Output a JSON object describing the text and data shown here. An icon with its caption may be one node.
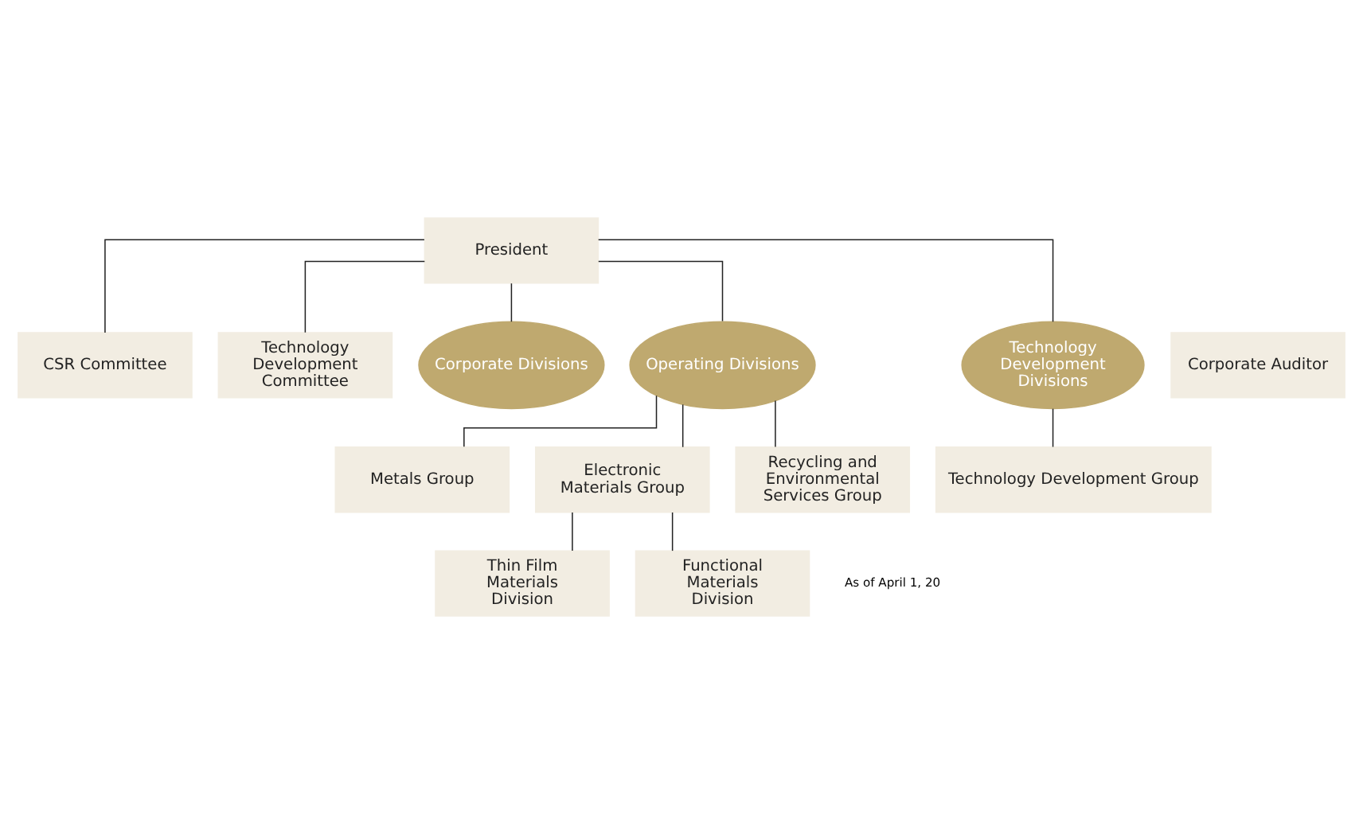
{
  "diagram": {
    "nodes": [
      {
        "text": [
          "President"
        ]
      },
      {
        "text": [
          "Corporate Auditor"
        ]
      },
      {
        "text": [
          "CSR Committee"
        ]
      },
      {
        "text": [
          "Technology Development Committee"
        ]
      },
      {
        "text": [
          "Corporate Divisions"
        ]
      },
      {
        "text": [
          "Operating Divisions"
        ]
      },
      {
        "text": [
          "Technology Development Divisions"
        ]
      },
      {
        "text": [
          "Metals Group"
        ]
      },
      {
        "text": [
          "Electronic Materials Group"
        ]
      },
      {
        "text": [
          "Recycling and Environmental Services Group"
        ]
      },
      {
        "text": [
          "Technology Development Group"
        ]
      },
      {
        "text": [
          "Thin Film Materials Division"
        ]
      },
      {
        "text": [
          "Functional Materials Division"
        ]
      }
    ],
    "edges": [
      {
        "from": 0,
        "to": 2,
        "arrow": "none"
      },
      {
        "from": 0,
        "to": 3,
        "arrow": "none"
      },
      {
        "from": 0,
        "to": 4,
        "arrow": "none"
      },
      {
        "from": 0,
        "to": 5,
        "arrow": "none"
      },
      {
        "from": 0,
        "to": 6,
        "arrow": "none"
      },
      {
        "from": 5,
        "to": 7,
        "arrow": "none"
      },
      {
        "from": 5,
        "to": 8,
        "arrow": "none"
      },
      {
        "from": 5,
        "to": 9,
        "arrow": "none"
      },
      {
        "from": 6,
        "to": 10,
        "arrow": "none"
      },
      {
        "from": 8,
        "to": 11,
        "arrow": "none"
      },
      {
        "from": 8,
        "to": 12,
        "arrow": "none"
      }
    ],
    "labels": [
      "As of April 1, 20"
    ]
  }
}
